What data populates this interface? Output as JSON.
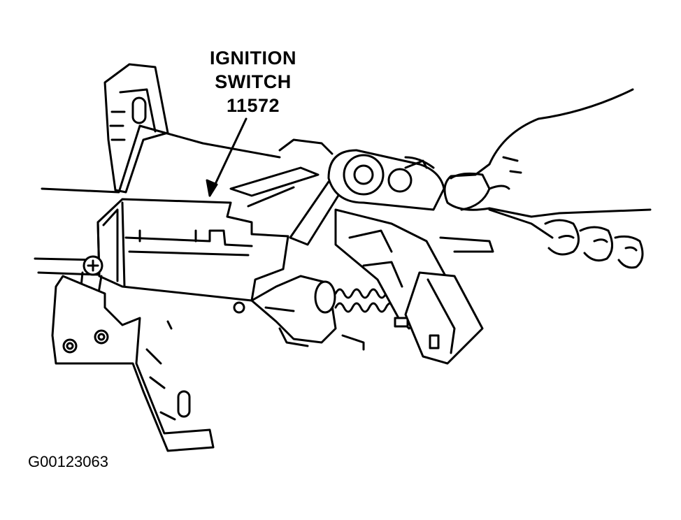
{
  "callout": {
    "line1": "IGNITION",
    "line2": "SWITCH",
    "line3": "11572"
  },
  "figure_id": "G00123063",
  "colors": {
    "ink": "#000000",
    "paper": "#ffffff"
  }
}
